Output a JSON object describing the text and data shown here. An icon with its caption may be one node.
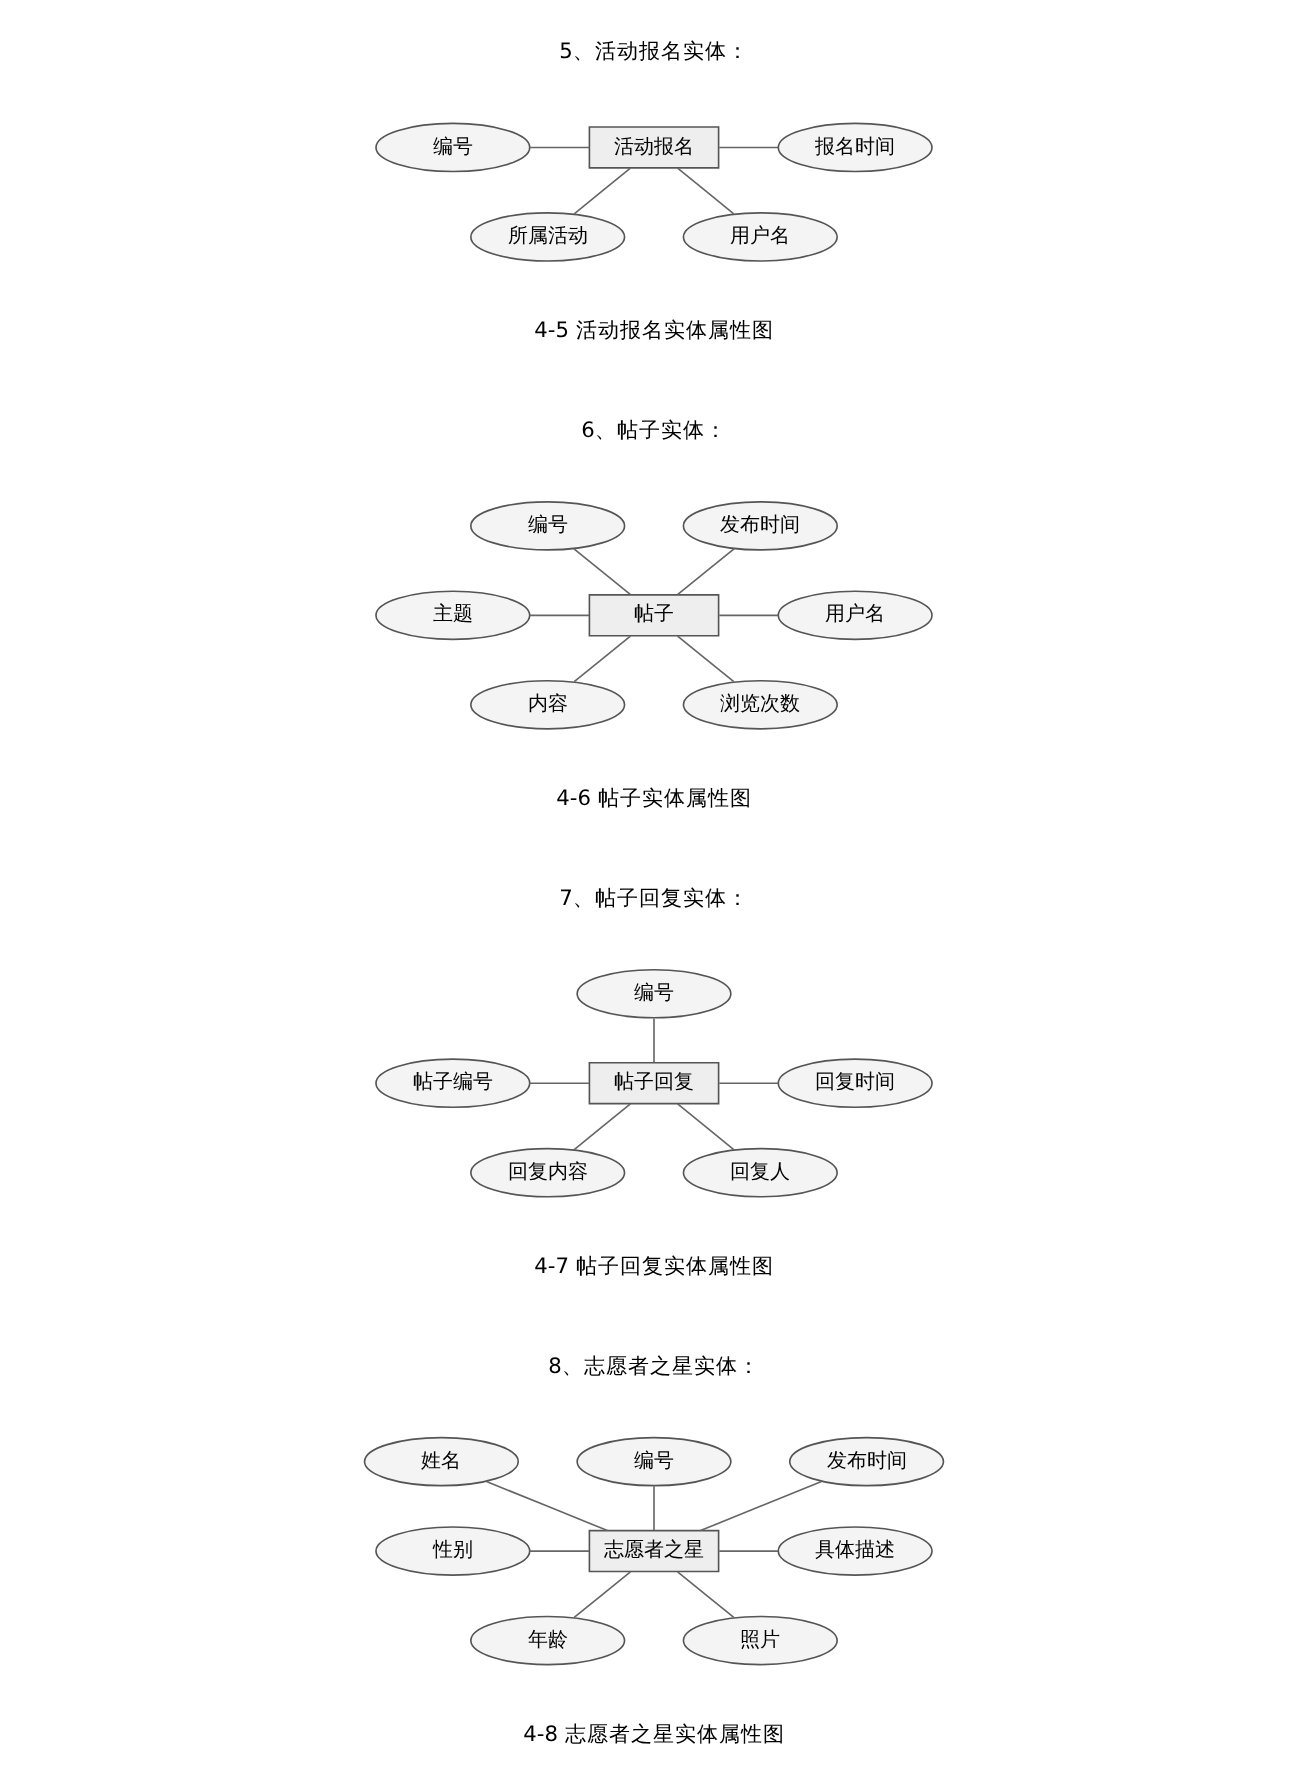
{
  "diagram": {
    "nodes": [
      {
        "text": [
          "编号"
        ]
      },
      {
        "text": [
          "活动报名"
        ]
      },
      {
        "text": [
          "报名时间"
        ]
      },
      {
        "text": [
          "所属活动"
        ]
      },
      {
        "text": [
          "用户名"
        ]
      },
      {
        "text": [
          "编号"
        ]
      },
      {
        "text": [
          "发布时间"
        ]
      },
      {
        "text": [
          "主题"
        ]
      },
      {
        "text": [
          "帖子"
        ]
      },
      {
        "text": [
          "用户名"
        ]
      },
      {
        "text": [
          "内容"
        ]
      },
      {
        "text": [
          "浏览次数"
        ]
      },
      {
        "text": [
          "编号"
        ]
      },
      {
        "text": [
          "帖子编号"
        ]
      },
      {
        "text": [
          "帖子回复"
        ]
      },
      {
        "text": [
          "回复时间"
        ]
      },
      {
        "text": [
          "回复内容"
        ]
      },
      {
        "text": [
          "回复人"
        ]
      },
      {
        "text": [
          "姓名"
        ]
      },
      {
        "text": [
          "编号"
        ]
      },
      {
        "text": [
          "发布时间"
        ]
      },
      {
        "text": [
          "性别"
        ]
      },
      {
        "text": [
          "志愿者之星"
        ]
      },
      {
        "text": [
          "具体描述"
        ]
      },
      {
        "text": [
          "年龄"
        ]
      },
      {
        "text": [
          "照片"
        ]
      }
    ],
    "edges": [
      {
        "from": 0,
        "to": 1,
        "arrow": "none"
      },
      {
        "from": 1,
        "to": 2,
        "arrow": "none"
      },
      {
        "from": 1,
        "to": 3,
        "arrow": "none"
      },
      {
        "from": 1,
        "to": 4,
        "arrow": "none"
      },
      {
        "from": 5,
        "to": 8,
        "arrow": "none"
      },
      {
        "from": 6,
        "to": 8,
        "arrow": "none"
      },
      {
        "from": 7,
        "to": 8,
        "arrow": "none"
      },
      {
        "from": 8,
        "to": 9,
        "arrow": "none"
      },
      {
        "from": 8,
        "to": 10,
        "arrow": "none"
      },
      {
        "from": 8,
        "to": 11,
        "arrow": "none"
      },
      {
        "from": 12,
        "to": 14,
        "arrow": "none"
      },
      {
        "from": 13,
        "to": 14,
        "arrow": "none"
      },
      {
        "from": 14,
        "to": 15,
        "arrow": "none"
      },
      {
        "from": 14,
        "to": 16,
        "arrow": "none"
      },
      {
        "from": 14,
        "to": 17,
        "arrow": "none"
      },
      {
        "from": 18,
        "to": 22,
        "arrow": "none"
      },
      {
        "from": 19,
        "to": 22,
        "arrow": "none"
      },
      {
        "from": 20,
        "to": 22,
        "arrow": "none"
      },
      {
        "from": 21,
        "to": 22,
        "arrow": "none"
      },
      {
        "from": 22,
        "to": 23,
        "arrow": "none"
      },
      {
        "from": 22,
        "to": 24,
        "arrow": "none"
      },
      {
        "from": 22,
        "to": 25,
        "arrow": "none"
      }
    ],
    "labels": [
      "5、活动报名实体：",
      "4-5 活动报名实体属性图",
      "6、帖子实体：",
      "4-6 帖子实体属性图",
      "7、帖子回复实体：",
      "4-7 帖子回复实体属性图",
      "8、志愿者之星实体：",
      "4-8 志愿者之星实体属性图"
    ]
  }
}
